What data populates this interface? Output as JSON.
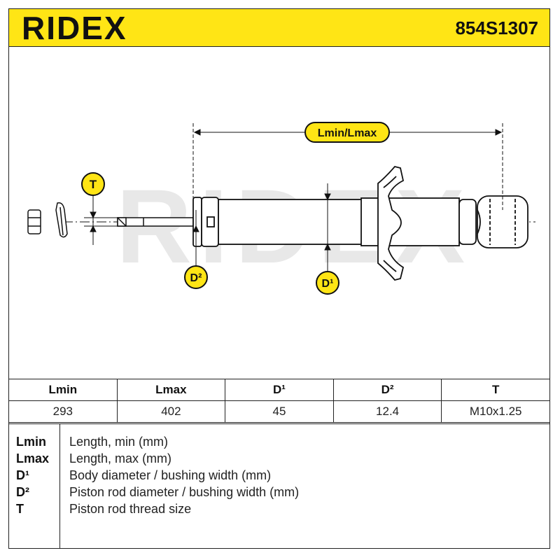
{
  "header": {
    "brand": "RIDEX",
    "part_number": "854S1307"
  },
  "diagram": {
    "watermark": "RIDEX",
    "labels": {
      "length": "Lmin/Lmax",
      "thread": "T",
      "rod_diameter": "D²",
      "body_diameter": "D¹"
    },
    "colors": {
      "accent": "#ffe515",
      "line": "#111111",
      "watermark": "#e6e6e6"
    }
  },
  "specs": {
    "headers": [
      "Lmin",
      "Lmax",
      "D¹",
      "D²",
      "T"
    ],
    "values": [
      "293",
      "402",
      "45",
      "12.4",
      "M10x1.25"
    ]
  },
  "legend": [
    {
      "key": "Lmin",
      "desc": "Length, min (mm)"
    },
    {
      "key": "Lmax",
      "desc": "Length, max (mm)"
    },
    {
      "key": "D¹",
      "desc": "Body diameter / bushing width (mm)"
    },
    {
      "key": "D²",
      "desc": "Piston rod diameter / bushing width (mm)"
    },
    {
      "key": "T",
      "desc": "Piston rod thread size"
    }
  ]
}
